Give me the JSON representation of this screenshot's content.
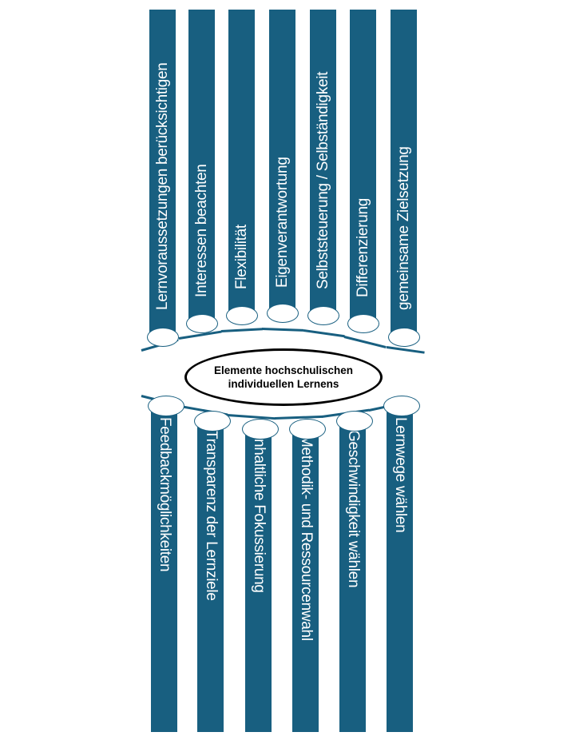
{
  "title": "Elemente hochschulischen individuellen Lernens",
  "top_elements": [
    "Lernvoraussetzungen berücksichtigen",
    "Interessen beachten",
    "Flexibilität",
    "Eigenverantwortung",
    "Selbststeuerung / Selbständigkeit",
    "Differenzierung",
    "gemeinsame Zielsetzung"
  ],
  "bottom_elements": [
    "Feedbackmöglichkeiten",
    "Transparenz der Lernziele",
    "Inhaltliche Fokussierung",
    "Methodik- und Ressourcenwahl",
    "Geschwindigkeit wählen",
    "Lernwege wählen"
  ],
  "colors": {
    "bar": "#185f80",
    "ellipse_border": "#000000",
    "background": "#ffffff"
  }
}
